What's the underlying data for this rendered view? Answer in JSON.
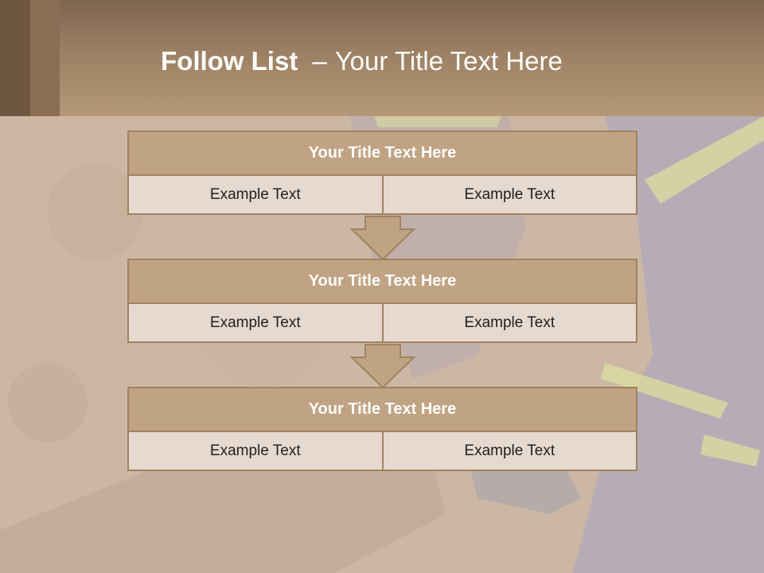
{
  "header": {
    "title_bold": "Follow List",
    "title_sep": "–",
    "title_rest": "Your Title Text Here"
  },
  "colors": {
    "header": "#9c8063",
    "title_box": "#c0a383",
    "cell_box": "#e6d9cf",
    "border": "#a0825f"
  },
  "steps": [
    {
      "title": "Your Title Text Here",
      "left": "Example Text",
      "right": "Example Text"
    },
    {
      "title": "Your Title Text Here",
      "left": "Example Text",
      "right": "Example Text"
    },
    {
      "title": "Your Title Text Here",
      "left": "Example Text",
      "right": "Example Text"
    }
  ],
  "connectors": [
    "down-arrow-icon",
    "down-arrow-icon"
  ]
}
